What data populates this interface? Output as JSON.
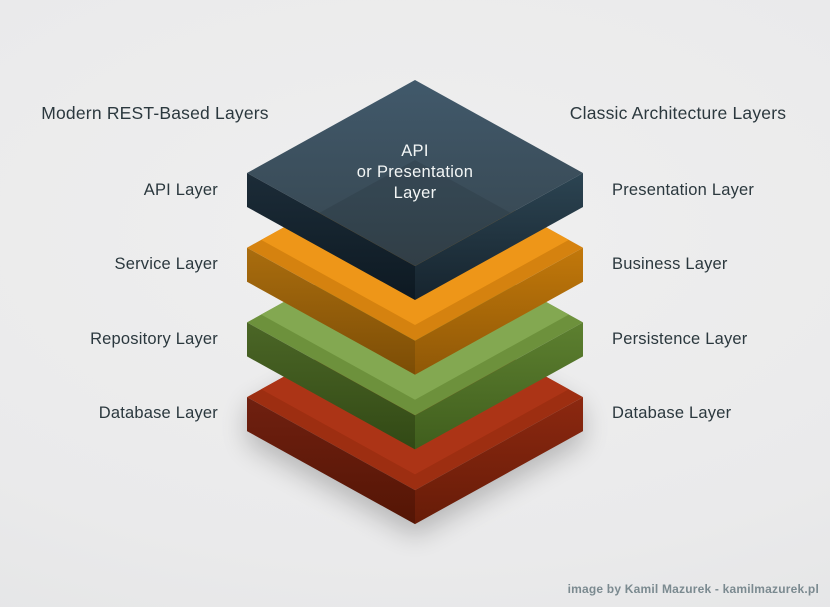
{
  "headers": {
    "left": "Modern REST-Based Layers",
    "right": "Classic Architecture Layers"
  },
  "stack_label": "API\nor Presentation\nLayer",
  "layers": [
    {
      "id": "api-presentation",
      "left_label": "API Layer",
      "right_label": "Presentation Layer",
      "colors": {
        "top": [
          "#41596b",
          "#36454e"
        ],
        "left": [
          "#1c2c38",
          "#0d1922"
        ],
        "right": [
          "#2c4452",
          "#16242e"
        ]
      }
    },
    {
      "id": "service-business",
      "left_label": "Service Layer",
      "right_label": "Business Layer",
      "colors": {
        "top_base": "#d5820f",
        "top_bright": "#ee9618",
        "left": [
          "#aa6d0e",
          "#7c4d06"
        ],
        "right": [
          "#c2780a",
          "#8f5807"
        ]
      }
    },
    {
      "id": "repository-persistence",
      "left_label": "Repository Layer",
      "right_label": "Persistence Layer",
      "colors": {
        "top_base": "#6d913c",
        "top_bright": "#83a851",
        "left": [
          "#4b6626",
          "#324915"
        ],
        "right": [
          "#5d8030",
          "#405e1d"
        ]
      }
    },
    {
      "id": "database",
      "left_label": "Database Layer",
      "right_label": "Database Layer",
      "colors": {
        "top_base": "#9d2e11",
        "top_bright": "#ac3416",
        "left": [
          "#702010",
          "#541505"
        ],
        "right": [
          "#8c2810",
          "#671c08"
        ]
      }
    }
  ],
  "attribution": "image by Kamil Mazurek - kamilmazurek.pl",
  "background_color": "#eaeaeb",
  "text_color": "#2b383e"
}
